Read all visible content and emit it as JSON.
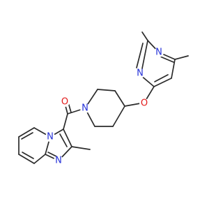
{
  "molecule": {
    "atoms": {
      "n_pyrimidine_top": "N",
      "n_pyrimidine_bottom": "N",
      "o_ether": "O",
      "n_piperidine": "N",
      "o_carbonyl": "O",
      "n_bridgehead": "N",
      "n_imidazole": "N"
    },
    "colors": {
      "bond": "#2b2b2b",
      "nitrogen": "#2430d8",
      "oxygen": "#e21a1a",
      "background": "#ffffff"
    }
  }
}
